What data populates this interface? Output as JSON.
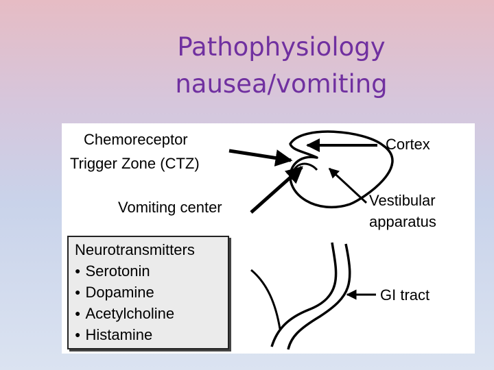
{
  "title": {
    "line1": "Pathophysiology",
    "line2": "nausea/vomiting"
  },
  "diagram": {
    "labels": {
      "ctz_line1": "Chemoreceptor",
      "ctz_line2": "Trigger Zone (CTZ)",
      "vomiting_center": "Vomiting center",
      "cortex": "Cortex",
      "vestibular_line1": "Vestibular",
      "vestibular_line2": "apparatus",
      "gi_tract": "GI tract"
    },
    "neurotransmitters": {
      "heading": "Neurotransmitters",
      "bullet": "●",
      "items": [
        "Serotonin",
        "Dopamine",
        "Acetylcholine",
        "Histamine"
      ]
    }
  }
}
